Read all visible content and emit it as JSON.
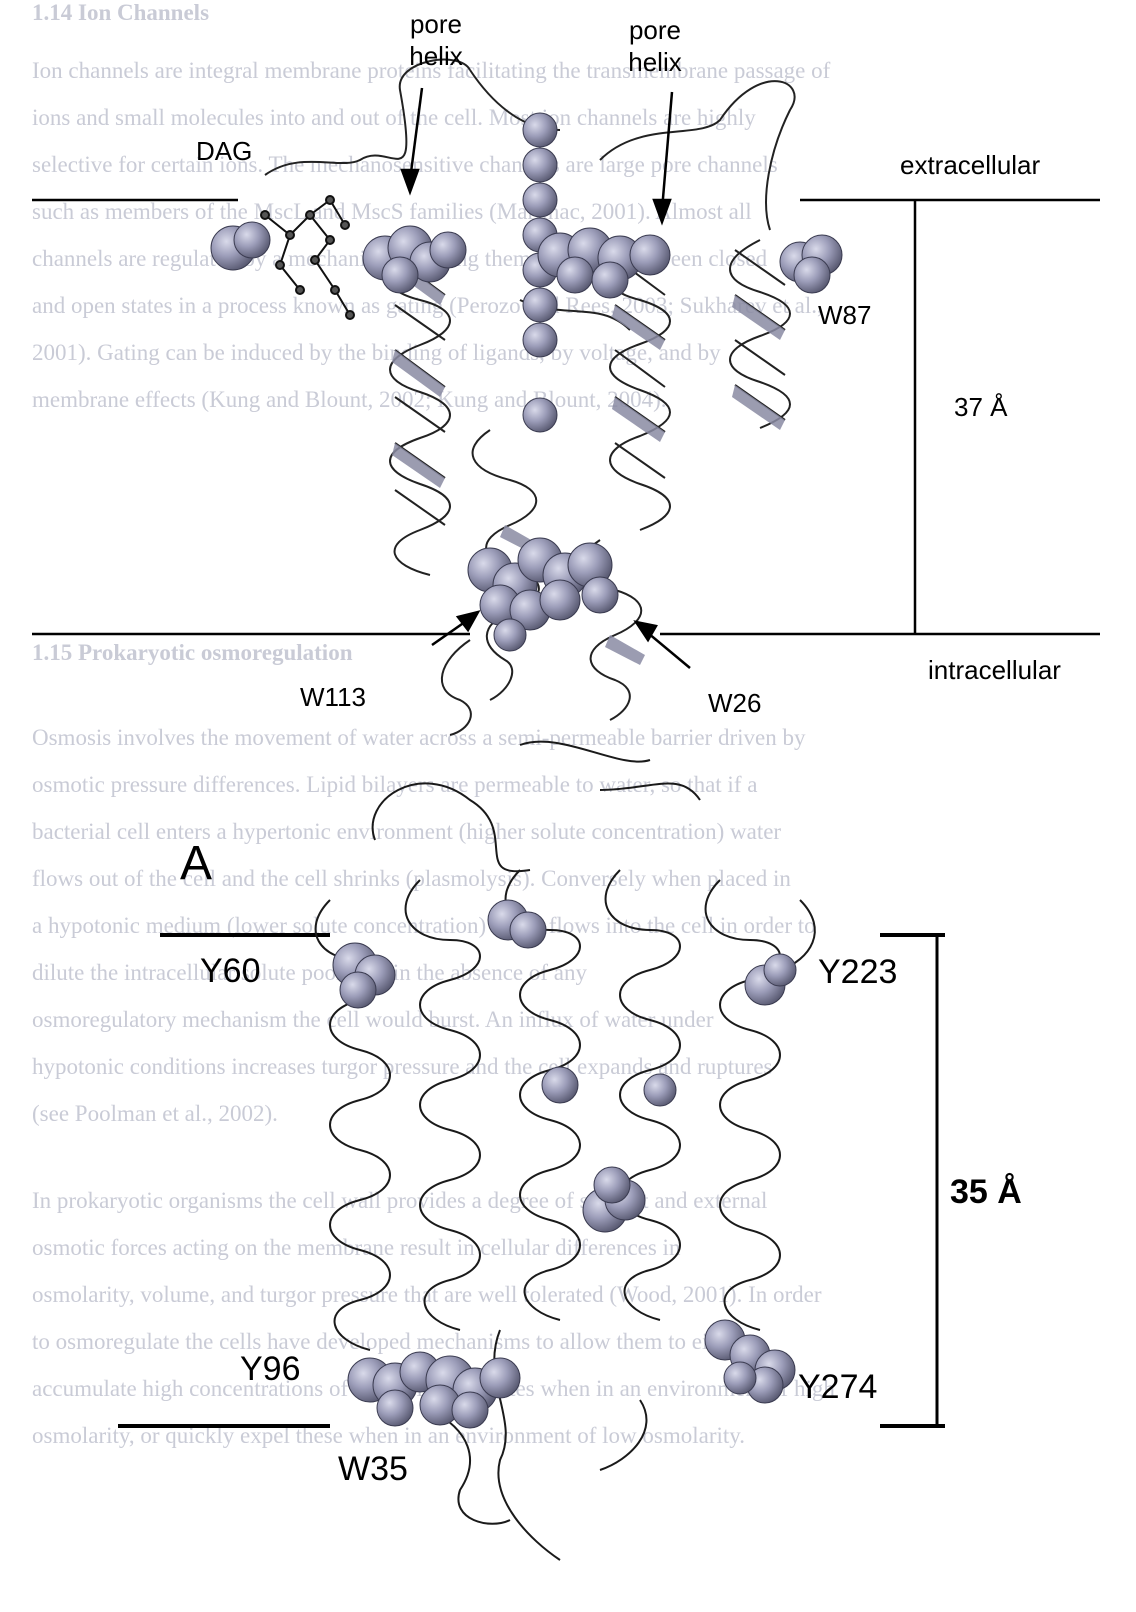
{
  "body_text": {
    "lines": [
      "1.14    Ion Channels",
      "Ion channels are integral membrane proteins facilitating the transmembrane passage of",
      "ions and small molecules into and out of the cell. Most ion channels are highly",
      "selective for certain ions. The mechanosensitive channels are large pore channels",
      "such as members of the MscL and MscS families (Martinac, 2001). Almost all",
      "channels are regulated by a mechanism allowing them to switch between closed",
      "and open states in a process known as gating (Perozo and Rees, 2003; Sukharev et al.,",
      "2001). Gating can be induced by the binding of ligands, by voltage, and by",
      "membrane effects (Kung and Blount, 2002; Kung and Blount, 2004).",
      "1.15    Prokaryotic osmoregulation",
      "Osmosis involves the movement of water across a semi-permeable barrier driven by",
      "osmotic pressure differences. Lipid bilayers are permeable to water, so that if a",
      "bacterial cell enters a hypertonic environment (higher solute concentration) water",
      "flows out of the cell and the cell shrinks (plasmolysis). Conversely when placed in",
      "a hypotonic medium (lower solute concentration) water flows into the cell in order to",
      "dilute the intracellular solute pool, and in the absence of any",
      "osmoregulatory mechanism the cell would burst. An influx of water under",
      "hypotonic conditions increases turgor pressure and the cell expands and ruptures",
      "(see Poolman et al., 2002).",
      "In prokaryotic organisms the cell wall provides a degree of support and external",
      "osmotic forces acting on the membrane result in cellular differences in",
      "osmolarity, volume, and turgor pressure that are well tolerated (Wood, 2001). In order",
      "to osmoregulate the cells have developed mechanisms to allow them to either",
      "accumulate high concentrations of intracellular solutes when in an environment of high",
      "osmolarity, or quickly expel these when in an environment of low osmolarity."
    ]
  },
  "figure_top": {
    "labels": {
      "pore_helix_left": [
        "pore",
        "helix"
      ],
      "pore_helix_right": [
        "pore",
        "helix"
      ],
      "dag": "DAG",
      "extracellular": "extracellular",
      "intracellular": "intracellular",
      "w87": "W87",
      "distance": "37 Å",
      "w113": "W113",
      "w26": "W26"
    }
  },
  "figure_bottom": {
    "labels": {
      "panel": "A",
      "y60": "Y60",
      "y223": "Y223",
      "distance": "35 Å",
      "y96": "Y96",
      "y274": "Y274",
      "w35": "W35"
    }
  },
  "colors": {
    "ink": "#000000",
    "sphere_fill": "#8f90ad",
    "sphere_dark": "#5c5d78",
    "ribbon_fill": "#ffffff",
    "ribbon_shade": "#8a8ba3",
    "background_text": "#c9cbd6"
  }
}
